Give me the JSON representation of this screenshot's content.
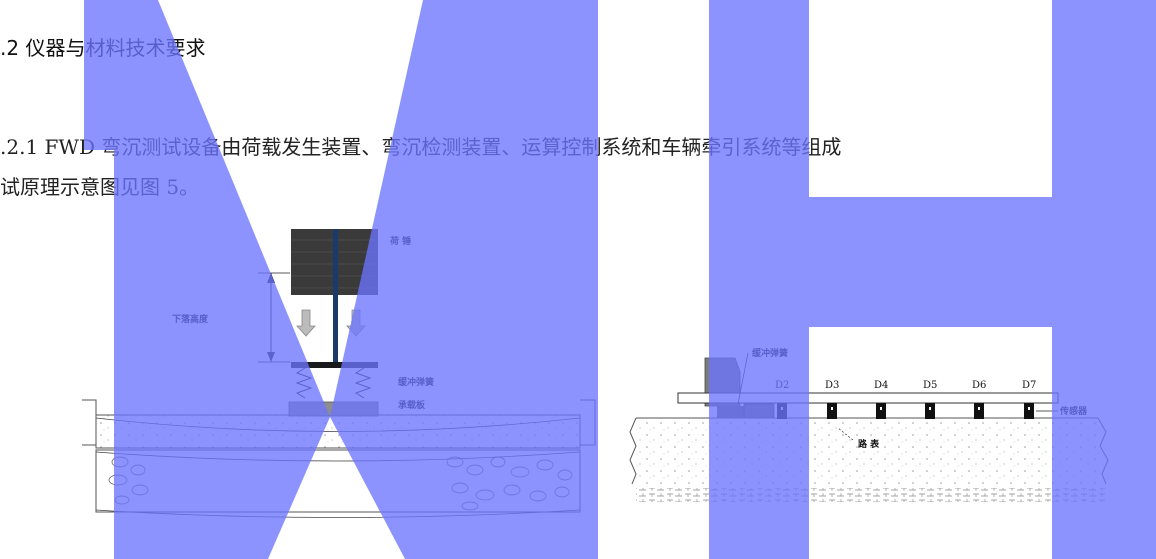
{
  "heading": ".2  仪器与材料技术要求",
  "para1": ".2.1  FWD 弯沉测试设备由荷载发生装置、弯沉检测装置、运算控制系统和车辆牵引系统等组成",
  "para2": "试原理示意图见图 5。",
  "figure_left": {
    "label_weight": "荷 锤",
    "label_drop_height": "下落高度",
    "label_buffer_spring": "缓冲弹簧",
    "label_bearing_plate": "承载板"
  },
  "figure_right": {
    "label_buffer_spring": "缓冲弹簧",
    "label_sensor": "传感器",
    "label_road_surface": "路  表",
    "sensors": [
      "D2",
      "D3",
      "D4",
      "D5",
      "D6",
      "D7"
    ]
  },
  "watermark": {
    "letters": [
      "M",
      "H"
    ],
    "color": "#6b74ff"
  }
}
